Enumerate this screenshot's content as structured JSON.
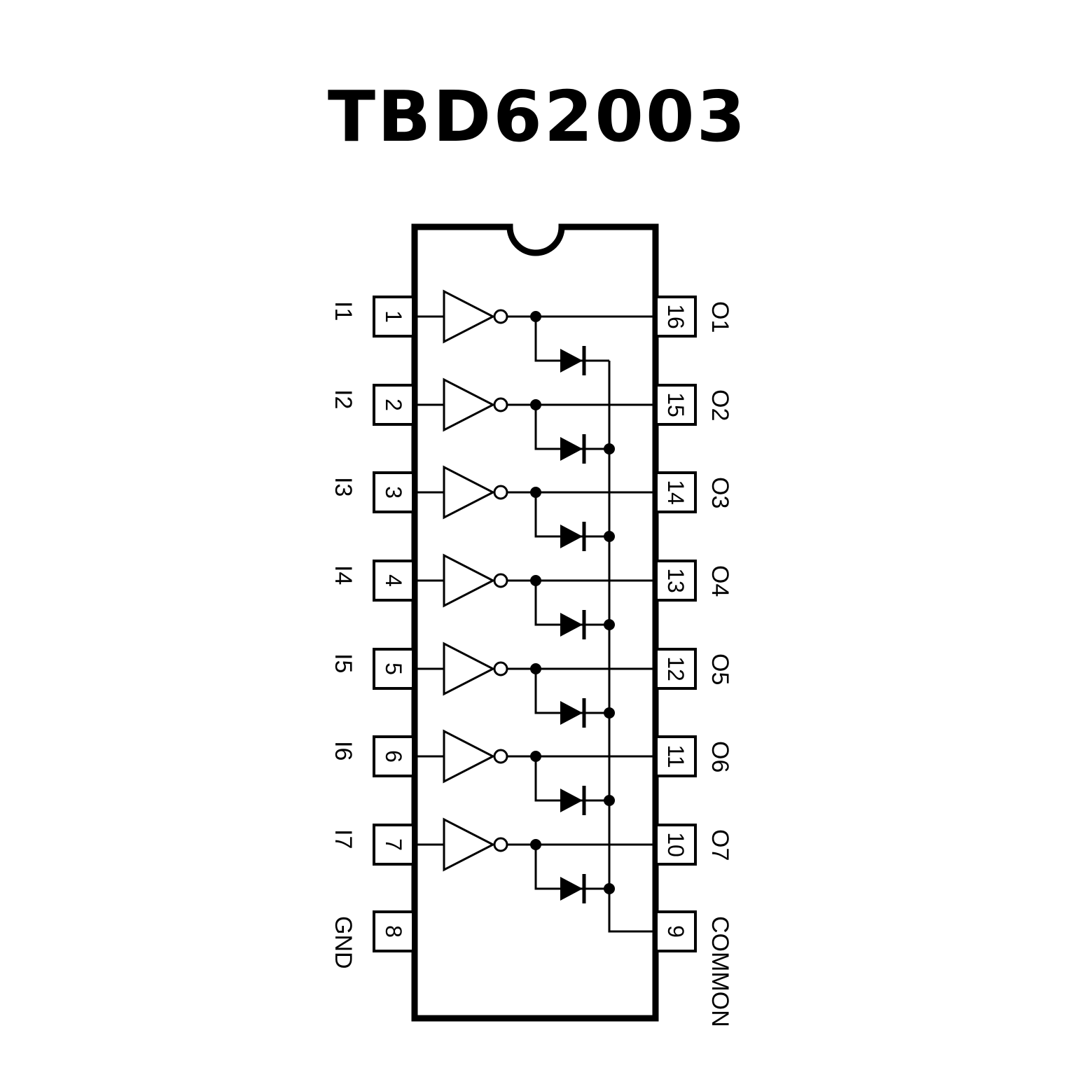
{
  "title": "TBD62003",
  "colors": {
    "ink": "#000000",
    "background": "#ffffff"
  },
  "left_pins": [
    {
      "number": "1",
      "label": "I1"
    },
    {
      "number": "2",
      "label": "I2"
    },
    {
      "number": "3",
      "label": "I3"
    },
    {
      "number": "4",
      "label": "I4"
    },
    {
      "number": "5",
      "label": "I5"
    },
    {
      "number": "6",
      "label": "I6"
    },
    {
      "number": "7",
      "label": "I7"
    },
    {
      "number": "8",
      "label": "GND"
    }
  ],
  "right_pins": [
    {
      "number": "16",
      "label": "O1"
    },
    {
      "number": "15",
      "label": "O2"
    },
    {
      "number": "14",
      "label": "O3"
    },
    {
      "number": "13",
      "label": "O4"
    },
    {
      "number": "12",
      "label": "O5"
    },
    {
      "number": "11",
      "label": "O6"
    },
    {
      "number": "10",
      "label": "O7"
    },
    {
      "number": "9",
      "label": "COMMON"
    }
  ]
}
